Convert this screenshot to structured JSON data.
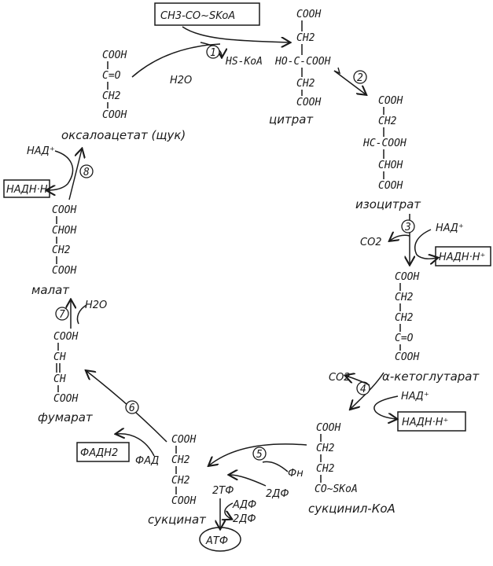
{
  "acetyl_coa": "CH3-CO~SKoA",
  "hs_koa": "HS-KoA",
  "water": "H2O",
  "co2": "CO2",
  "nad": "НАД⁺",
  "nadh": "НАДН·Н⁺",
  "nadh_short": "НАДН·Н",
  "fad": "ФАД",
  "fadh2": "ФАДН2",
  "gtf": "2ТФ",
  "gdf": "2ДФ",
  "adf": "АДФ",
  "adf2": "2ДФ",
  "atf": "АТФ",
  "pn": "Фн",
  "steps": [
    "1",
    "2",
    "3",
    "4",
    "5",
    "6",
    "7",
    "8"
  ],
  "citrate": {
    "lines": [
      "COOH",
      "CH2",
      "HO-C-COOH",
      "CH2",
      "COOH"
    ],
    "name": "цитрат"
  },
  "isocitrate": {
    "lines": [
      "COOH",
      "CH2",
      "HC-COOH",
      "CHOH",
      "COOH"
    ],
    "name": "изоцитрат"
  },
  "ketoglutarate": {
    "lines": [
      "COOH",
      "CH2",
      "CH2",
      "C=O",
      "COOH"
    ],
    "name": "α-кетоглутарат"
  },
  "succinyl_coa": {
    "lines": [
      "COOH",
      "CH2",
      "CH2",
      "CO~SKoA"
    ],
    "name": "сукцинил-КоА"
  },
  "succinate": {
    "lines": [
      "COOH",
      "CH2",
      "CH2",
      "COOH"
    ],
    "name": "сукцинат"
  },
  "fumarate": {
    "lines": [
      "COOH",
      "CH",
      "CH",
      "COOH"
    ],
    "name": "фумарат"
  },
  "malate": {
    "lines": [
      "COOH",
      "CHOH",
      "CH2",
      "COOH"
    ],
    "name": "малат"
  },
  "oxaloacetate": {
    "lines": [
      "COOH",
      "C=O",
      "CH2",
      "COOH"
    ],
    "name": "оксалоацетат (щук)"
  }
}
